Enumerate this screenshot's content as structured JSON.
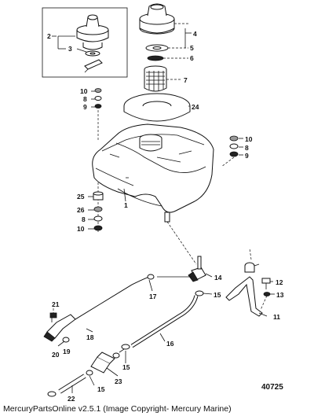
{
  "figure_id": "40725",
  "footer_text": "MercuryPartsOnline v2.5.1 (Image Copyright- Mercury Marine)",
  "callouts": {
    "c1": "1",
    "c2": "2",
    "c3": "3",
    "c4": "4",
    "c5": "5",
    "c6": "6",
    "c7": "7",
    "c8a": "8",
    "c8b": "8",
    "c8c": "8",
    "c9a": "9",
    "c9b": "9",
    "c10a": "10",
    "c10b": "10",
    "c10c": "10",
    "c11": "11",
    "c12": "12",
    "c13": "13",
    "c14": "14",
    "c15a": "15",
    "c15b": "15",
    "c15c": "15",
    "c16": "16",
    "c17": "17",
    "c18": "18",
    "c19": "19",
    "c20": "20",
    "c21": "21",
    "c22": "22",
    "c23": "23",
    "c24": "24",
    "c25": "25",
    "c26": "26"
  }
}
